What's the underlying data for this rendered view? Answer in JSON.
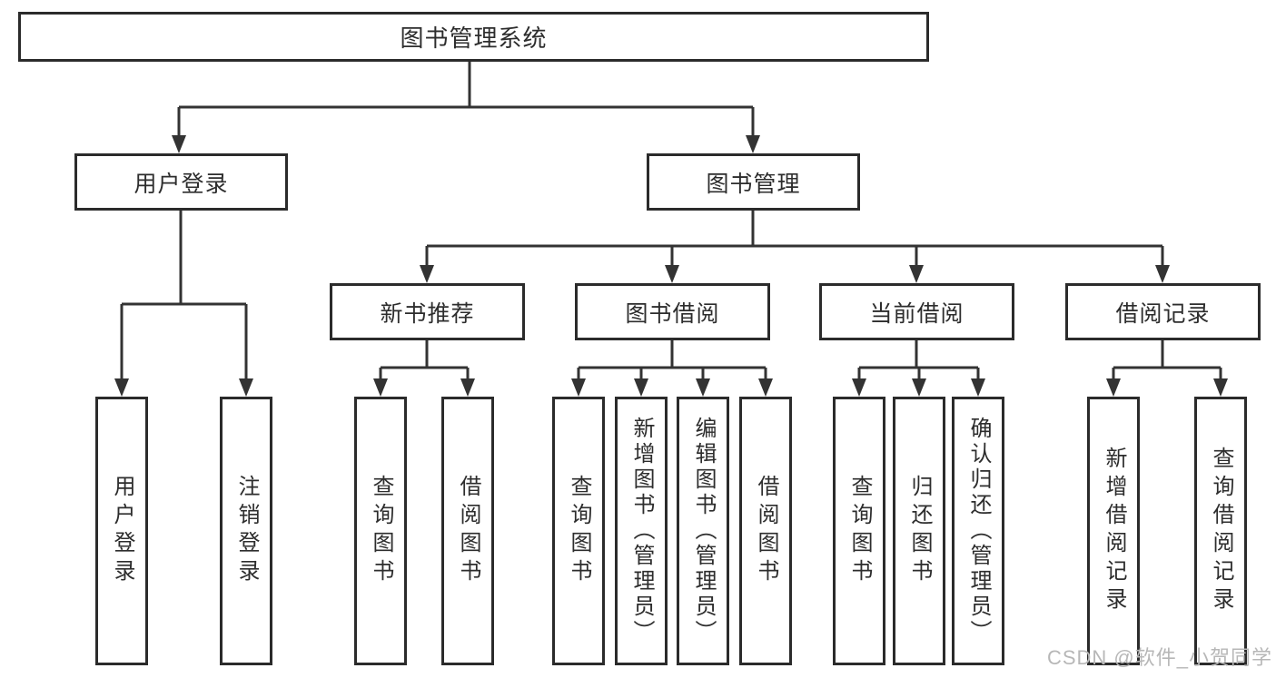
{
  "diagram": {
    "root": {
      "label": "图书管理系统"
    },
    "branches": [
      {
        "label": "用户登录",
        "children": [
          {
            "label": "用户登录"
          },
          {
            "label": "注销登录"
          }
        ]
      },
      {
        "label": "图书管理",
        "children": [
          {
            "label": "新书推荐",
            "children": [
              {
                "label": "查询图书"
              },
              {
                "label": "借阅图书"
              }
            ]
          },
          {
            "label": "图书借阅",
            "children": [
              {
                "label": "查询图书"
              },
              {
                "label": "新增图书（管理员）"
              },
              {
                "label": "编辑图书（管理员）"
              },
              {
                "label": "借阅图书"
              }
            ]
          },
          {
            "label": "当前借阅",
            "children": [
              {
                "label": "查询图书"
              },
              {
                "label": "归还图书"
              },
              {
                "label": "确认归还（管理员）"
              }
            ]
          },
          {
            "label": "借阅记录",
            "children": [
              {
                "label": "新增借阅记录"
              },
              {
                "label": "查询借阅记录"
              }
            ]
          }
        ]
      }
    ]
  },
  "watermark": "CSDN @软件_小贺同学",
  "colors": {
    "line": "#333333",
    "box_border": "#2b2b2b",
    "text": "#2d2d2d",
    "watermark": "#b7b7b7",
    "background": "#ffffff"
  }
}
